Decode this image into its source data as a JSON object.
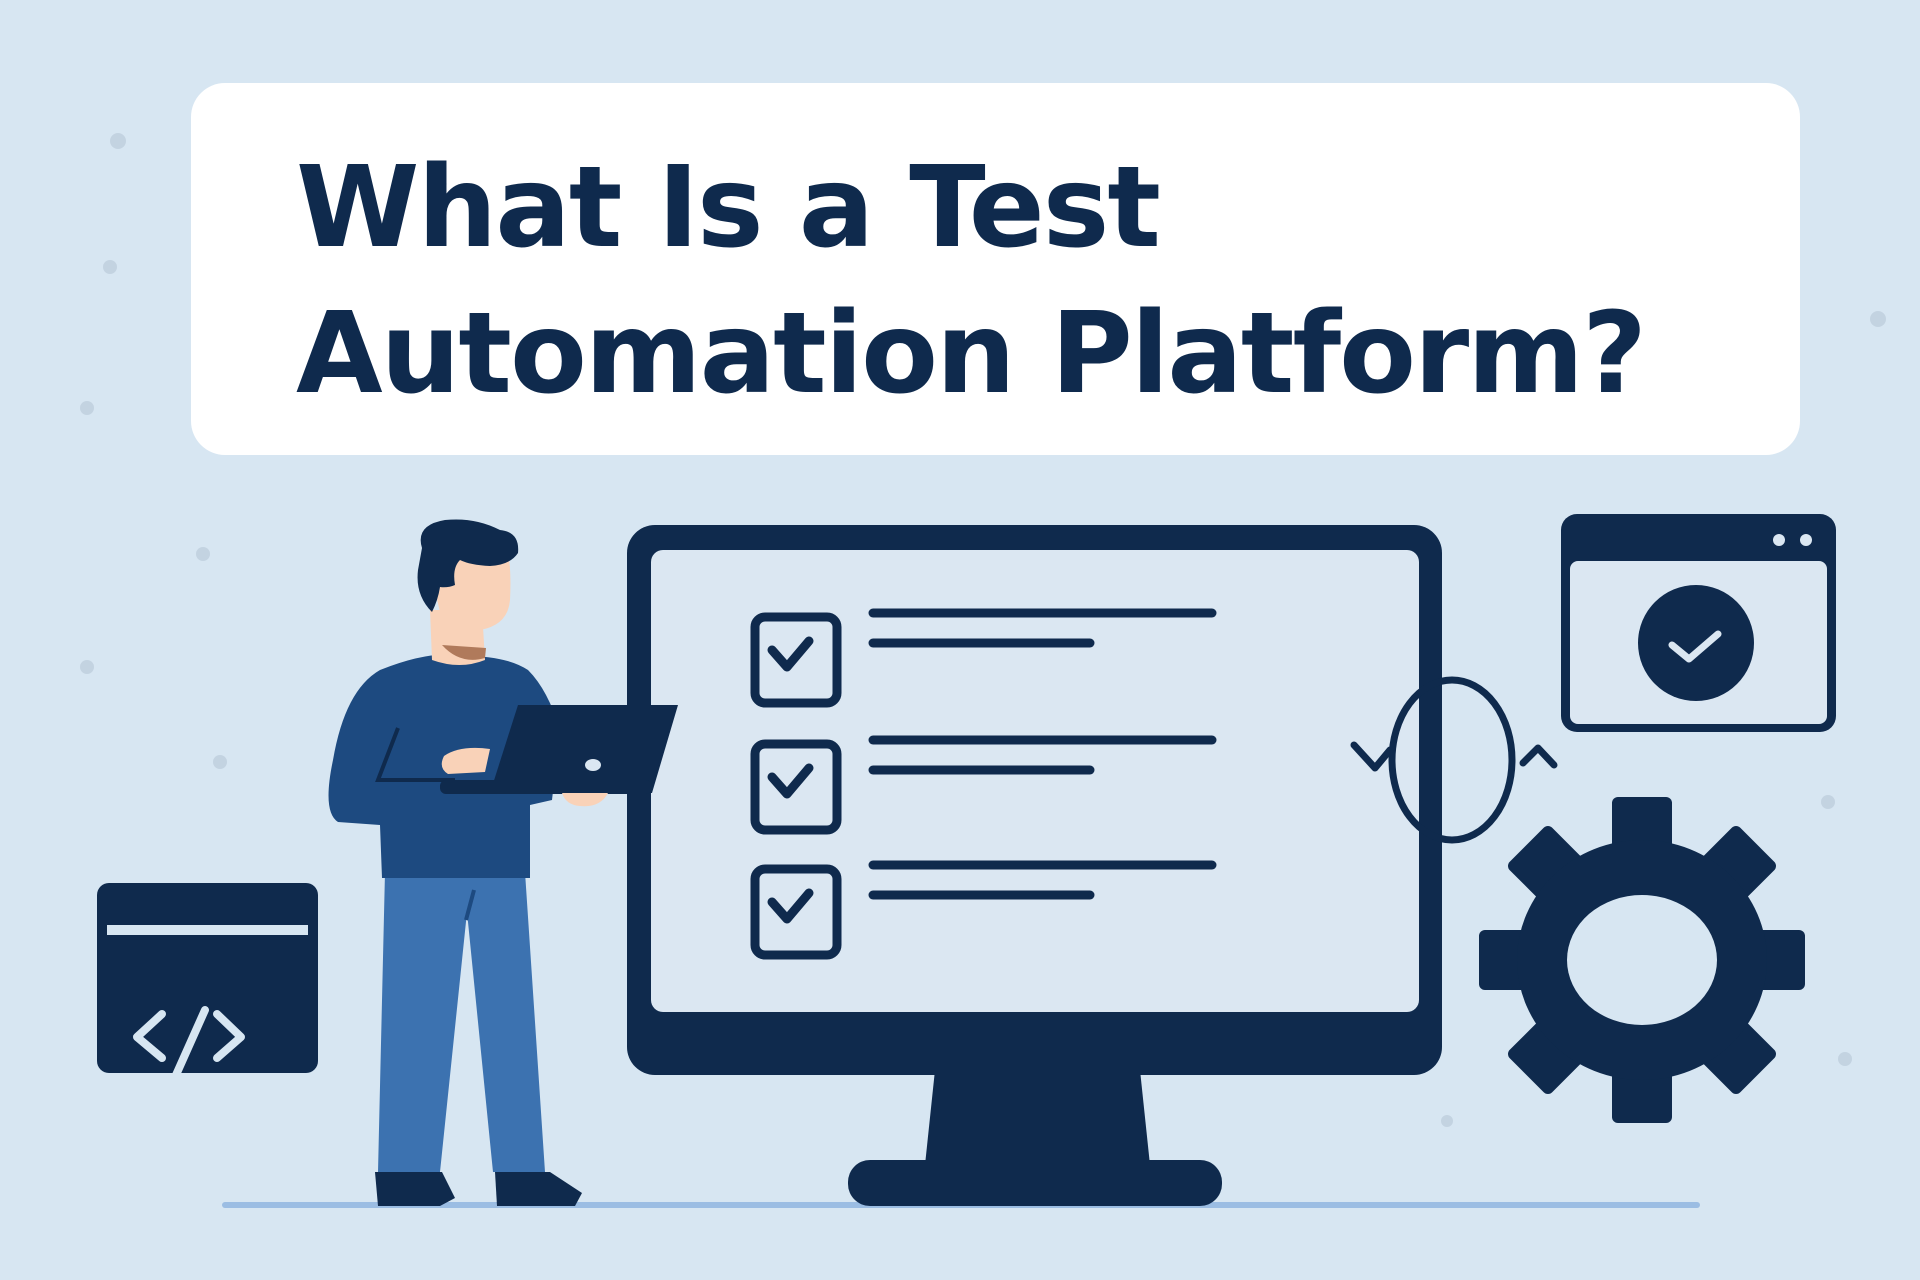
{
  "title": {
    "line1": "What Is a Test",
    "line2": "Automation Platform?"
  },
  "colors": {
    "background": "#d7e6f2",
    "card": "#ffffff",
    "navy": "#0f2a4d",
    "shirt": "#1d4a80",
    "pants": "#3c72b0",
    "skin": "#f9d2b8",
    "floor": "#9bbde3",
    "screen": "#dbe7f2"
  },
  "illustration": {
    "checklist_items": [
      {
        "checked": true
      },
      {
        "checked": true
      },
      {
        "checked": true
      }
    ],
    "icons": [
      "person-with-laptop",
      "code-window-icon",
      "monitor-checklist",
      "sync-arrows-icon",
      "browser-check-icon",
      "gear-icon"
    ]
  },
  "code_panel": {
    "symbol": "</>"
  }
}
